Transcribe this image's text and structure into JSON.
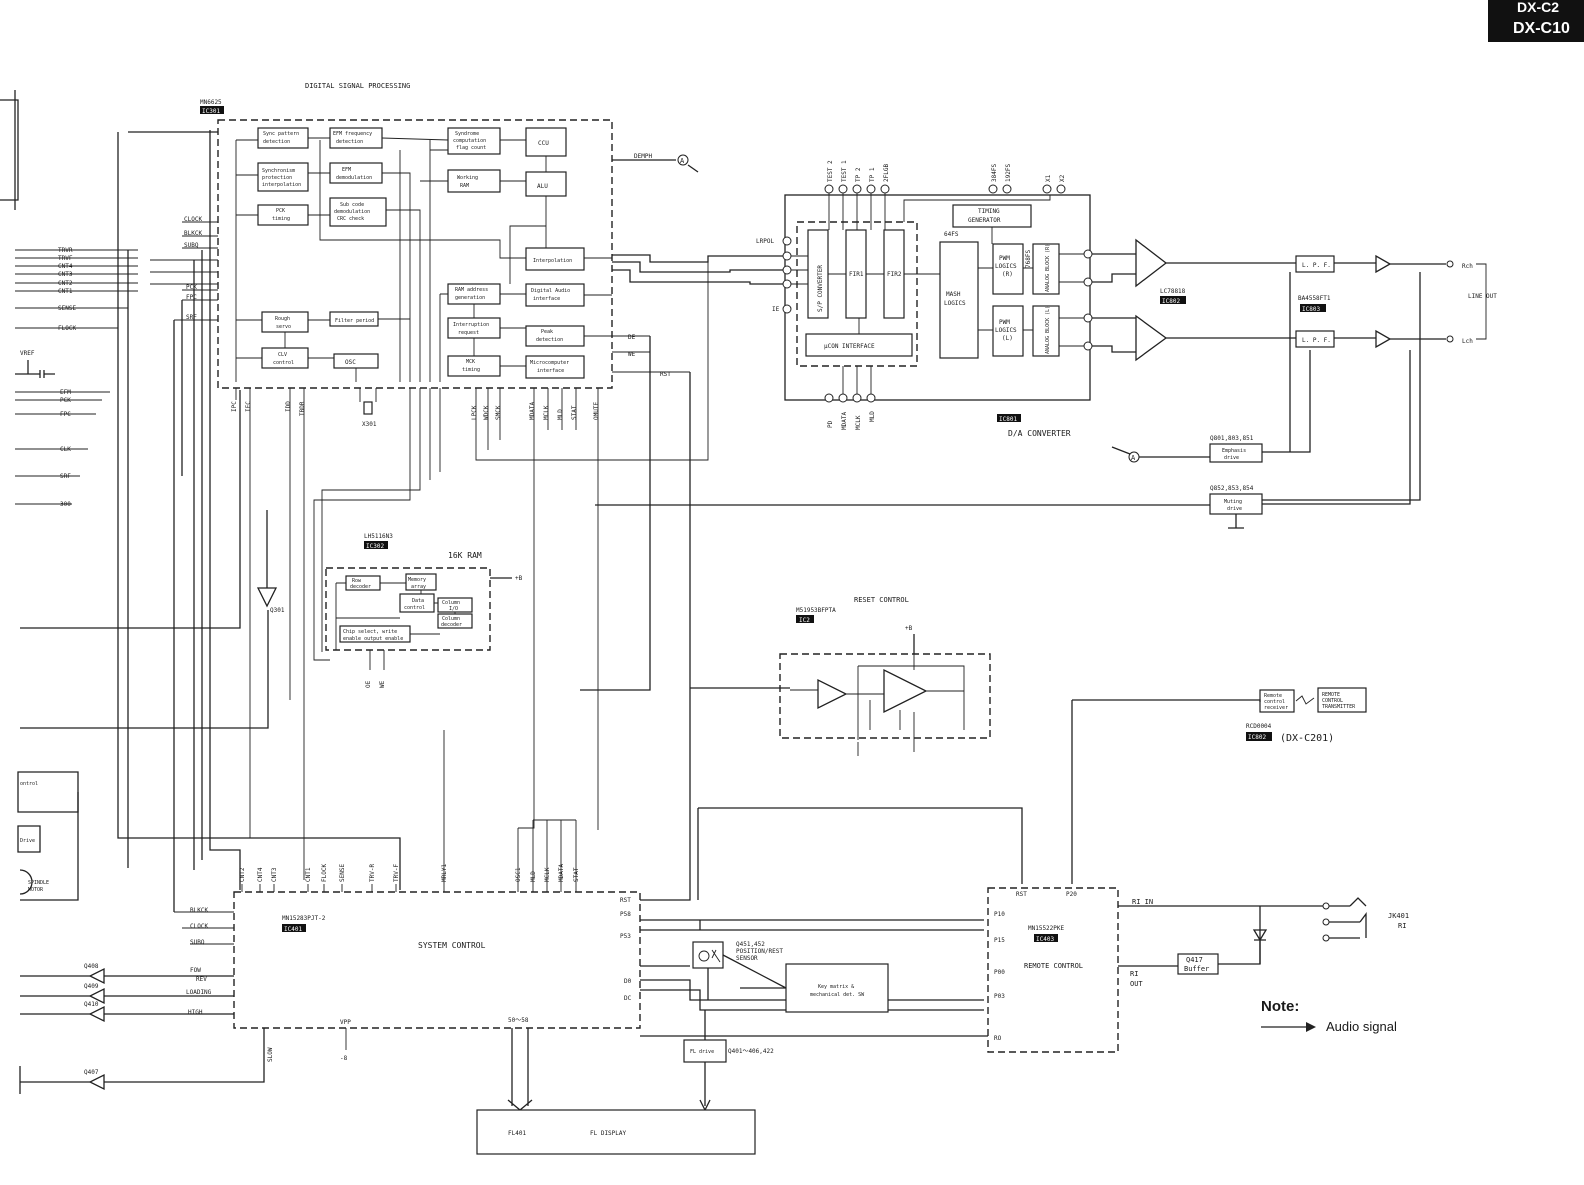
{
  "model_header": {
    "line1": "DX-C2",
    "line2": "DX-C10"
  },
  "dsp": {
    "title": "DIGITAL SIGNAL PROCESSING",
    "part": "MN6625",
    "ic": "IC301",
    "blocks": {
      "sync1": "Sync pattern",
      "sync2": "detection",
      "efmfd1": "EFM frequency",
      "efmfd2": "detection",
      "syndrome1": "Syndrome",
      "syndrome2": "computation",
      "syndrome3": "flag count",
      "ccu": "CCU",
      "synchro1": "Synchronism",
      "synchro2": "protection",
      "synchro3": "interpolation",
      "efmdem1": "EFM",
      "efmdem2": "demodulation",
      "wram1": "Working",
      "wram2": "RAM",
      "alu": "ALU",
      "pck1": "PCK",
      "pck2": "timing",
      "subcode1": "Sub code",
      "subcode2": "demodulation",
      "subcode3": "CRC check",
      "interp": "Interpolation",
      "ramaddr1": "RAM address",
      "ramaddr2": "generation",
      "dai1": "Digital Audio",
      "dai2": "interface",
      "intreq1": "Interruption",
      "intreq2": "request",
      "peak1": "Peak",
      "peak2": "detection",
      "rough1": "Rough",
      "rough2": "servo",
      "filep": "Filter period",
      "clv1": "CLV",
      "clv2": "control",
      "osc": "OSC",
      "mck1": "MCK",
      "mck2": "timing",
      "micro1": "Microcomputer",
      "micro2": "interface"
    },
    "left_signals": [
      "CLOCK",
      "BLKCK",
      "SUBQ",
      "PCK",
      "FPC",
      "SRF"
    ],
    "out_signal": "DEMPH",
    "bottom_labels": [
      "IPC",
      "IEC",
      "IDD",
      "TBDR",
      "LPCK",
      "WDCK",
      "SMCK",
      "MDATA",
      "MCLK",
      "MLD",
      "STAT",
      "OMUTE"
    ],
    "right_labels": [
      "DE",
      "WE",
      "RST"
    ],
    "xtal": "X301"
  },
  "left_edge": {
    "signals": [
      "TRVR",
      "TRVF",
      "CNT4",
      "CNT3",
      "CNT2",
      "CNT1",
      "SENSE",
      "FLOCK",
      "EFM",
      "PCK",
      "FPC",
      "CLK",
      "SRF",
      "300"
    ],
    "vref": "VREF"
  },
  "ram": {
    "part": "LH5116N3",
    "ic": "IC302",
    "title": "16K RAM",
    "blocks": {
      "rowdec1": "Row",
      "rowdec2": "decoder",
      "memarr1": "Memory",
      "memarr2": "array",
      "datactl1": "Data",
      "datactl2": "control",
      "col1": "Column",
      "col2": "I/O",
      "coldec1": "Column",
      "coldec2": "decoder",
      "csel1": "Chip select, write",
      "csel2": "enable output enable"
    },
    "pins": [
      "OE",
      "WE"
    ],
    "q301": "Q301"
  },
  "dac": {
    "title": "D/A CONVERTER",
    "ic": "IC801",
    "top_pins": [
      "TEST 2",
      "TEST 1",
      "TP 2",
      "TP 1",
      "2FLGB",
      "384FS",
      "192FS",
      "X1",
      "X2"
    ],
    "timing1": "TIMING",
    "timing2": "GENERATOR",
    "fs64": "64FS",
    "fs768": "768FS",
    "sp": "S/P CONVERTER",
    "fir1": "FIR1",
    "fir2": "FIR2",
    "ucon": "µCON INTERFACE",
    "mash1": "MASH",
    "mash2": "LOGICS",
    "pwmr1": "PWM",
    "pwmr2": "LOGICS",
    "pwmr3": "(R)",
    "pwml1": "PWM",
    "pwml2": "LOGICS",
    "pwml3": "(L)",
    "anar": "ANALOG BLOCK (R)",
    "anal": "ANALOG BLOCK (L)",
    "left_pins": [
      "LRPOL",
      "IE"
    ],
    "bottom_pins": [
      "PD",
      "MDATA",
      "MCLK",
      "MLD"
    ]
  },
  "output": {
    "lc": "LC78818",
    "lc_ic": "IC802",
    "ba": "BA4558FT1",
    "ba_ic": "IC803",
    "lpf": "L. P. F.",
    "rch": "Rch",
    "lch": "Lch",
    "lineout": "LINE OUT",
    "emph_q": "Q801,803,851",
    "emph1": "Emphasis",
    "emph2": "drive",
    "mute_q": "Q852,853,854",
    "mute1": "Muting",
    "mute2": "drive"
  },
  "reset": {
    "title": "RESET CONTROL",
    "part": "M51953BFPTA",
    "ic": "IC2",
    "supply": "+B"
  },
  "remote_rx": {
    "recv1": "Remote",
    "recv2": "control",
    "recv3": "receiver",
    "tx1": "REMOTE",
    "tx2": "CONTROL",
    "tx3": "TRANSMITTER",
    "part": "RCD0004",
    "ic": "IC802",
    "model": "(DX-C201)"
  },
  "syscon": {
    "part": "MN15283PJT-2",
    "ic": "IC401",
    "title": "SYSTEM CONTROL",
    "top_labels": [
      "CNT2",
      "CNT4",
      "CNT3",
      "CNT1",
      "FLOCK",
      "SENSE",
      "TRV-R",
      "TRV-F",
      "MRLY1",
      "OSC1",
      "MLD",
      "MCLK",
      "MDATA",
      "STAT"
    ],
    "left_labels": [
      "BLKCK",
      "CLOCK",
      "SUBQ",
      "FOW",
      "REV",
      "LOADING",
      "HIGH"
    ],
    "right_labels": [
      "RST",
      "P58",
      "P53",
      "D0",
      "DC"
    ],
    "vpp": "VPP",
    "vpp_val": "-8",
    "range": "50～58",
    "slow": "SLOW",
    "q408": "Q408",
    "q409": "Q409",
    "q410": "Q410",
    "q407": "Q407",
    "frag_control": "ontrol",
    "frag_drive": "Drive",
    "spindle1": "SPINDLE",
    "spindle2": "MOTOR"
  },
  "sensor": {
    "q1": "Q451,452",
    "q2": "POSITION/REST",
    "q3": "SENSOR",
    "key1": "Key matrix &",
    "key2": "mechanical det. SW"
  },
  "fl": {
    "drive": "FL drive",
    "q": "Q401～406,422",
    "display_id": "FL401",
    "display_name": "FL DISPLAY"
  },
  "remote_ctl": {
    "part": "MN15522PKE",
    "ic": "IC403",
    "title": "REMOTE CONTROL",
    "pins": [
      "RST",
      "P20",
      "P10",
      "P15",
      "P00",
      "P03",
      "RO"
    ],
    "ri_in": "RI IN",
    "ri_out1": "RI",
    "ri_out2": "OUT",
    "q417_1": "Q417",
    "q417_2": "Buffer",
    "jk1": "JK401",
    "jk2": "RI"
  },
  "note": {
    "title": "Note:",
    "item": "Audio signal"
  },
  "marker": "A"
}
